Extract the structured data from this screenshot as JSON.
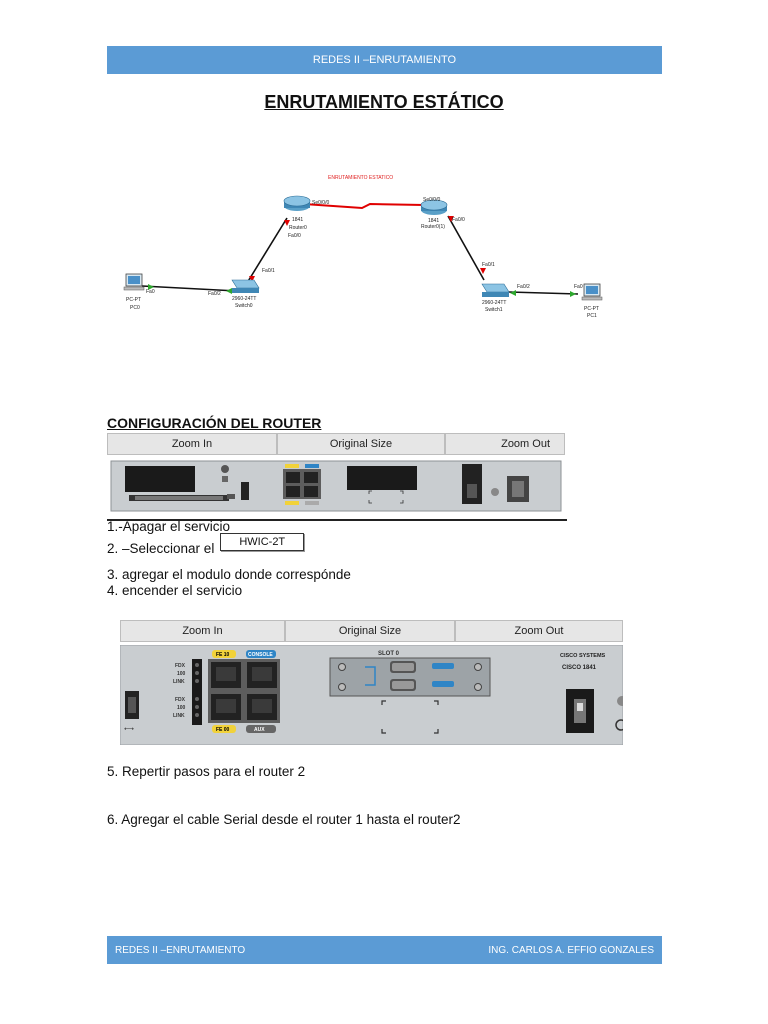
{
  "header": {
    "text": "REDES II –ENRUTAMIENTO"
  },
  "title": "ENRUTAMIENTO ESTÁTICO",
  "topology": {
    "caption": "ENRUTAMIENTO ESTATICO",
    "labels": {
      "r0_se": "Se0/0/0",
      "r0_model": "1841",
      "r0_name": "Router0",
      "r0_fa": "Fa0/0",
      "r1_se": "Se0/0/0",
      "r1_model": "1841",
      "r1_name": "Router0(1)",
      "r1_fa": "Fa0/0",
      "sw0_fa1": "Fa0/1",
      "sw0_fa2": "Fa0/2",
      "sw0_model": "2960-24TT",
      "sw0_name": "Switch0",
      "pc0_fa": "Fa0",
      "pc0_type": "PC-PT",
      "pc0_name": "PC0",
      "sw1_fa1": "Fa0/1",
      "sw1_fa2": "Fa0/2",
      "sw1_model": "2960-24TT",
      "sw1_name": "Switch1",
      "pc1_fa": "Fa0",
      "pc1_type": "PC-PT",
      "pc1_name": "PC1"
    }
  },
  "section_title": "CONFIGURACIÓN DEL ROUTER",
  "zoom": {
    "in": "Zoom In",
    "original": "Original Size",
    "out": "Zoom Out"
  },
  "device_panel_2": {
    "port_labels": {
      "fe10": "FE 10",
      "console": "CONSOLE",
      "fe00": "FE 00",
      "aux": "AUX"
    },
    "slot": "SLOT 0",
    "led_labels": [
      "FDX",
      "100",
      "LINK",
      "FDX",
      "100",
      "LINK"
    ],
    "brand": "CISCO SYSTEMS",
    "model": "CISCO 1841"
  },
  "steps": {
    "s1": "1.-Apagar el servicio",
    "s2": "2. –Seleccionar el",
    "s2_button": "HWIC-2T",
    "s3": "3. agregar el modulo donde correspónde",
    "s4": "4. encender el servicio",
    "s5": "5. Repertir pasos para el router 2",
    "s6": "6. Agregar el cable Serial desde el router 1 hasta el router2"
  },
  "footer": {
    "left": "REDES II –ENRUTAMIENTO",
    "right": "ING.  CARLOS A. EFFIO GONZALES"
  }
}
